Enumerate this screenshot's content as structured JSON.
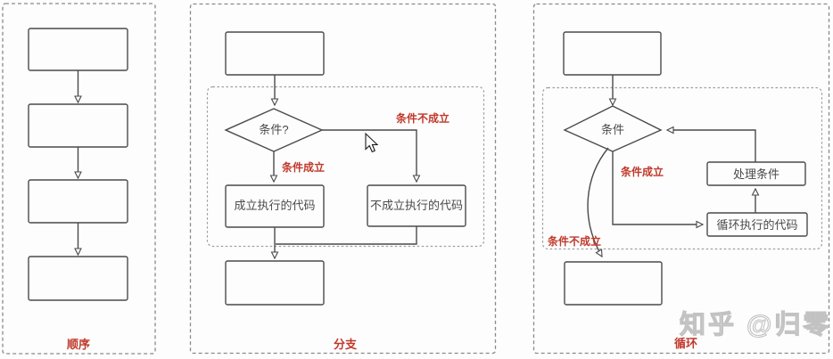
{
  "colors": {
    "bg": "#fdfdfd",
    "line": "#4a4a4a",
    "red": "#c0392b",
    "dash_outer": "#8a8a8a",
    "dash_inner": "#9e9e9e",
    "watermark": "#c2c2c2"
  },
  "panels": {
    "sequence": {
      "caption": "顺序"
    },
    "branch": {
      "caption": "分支",
      "condition": "条件?",
      "true_label": "条件成立",
      "false_label": "条件不成立",
      "true_box": "成立执行的代码",
      "false_box": "不成立执行的代码"
    },
    "loop": {
      "caption": "循环",
      "condition": "条件",
      "true_label": "条件成立",
      "false_label": "条件不成立",
      "process_box": "处理条件",
      "body_box": "循环执行的代码"
    }
  },
  "watermark": {
    "text": "知乎 @归零"
  }
}
